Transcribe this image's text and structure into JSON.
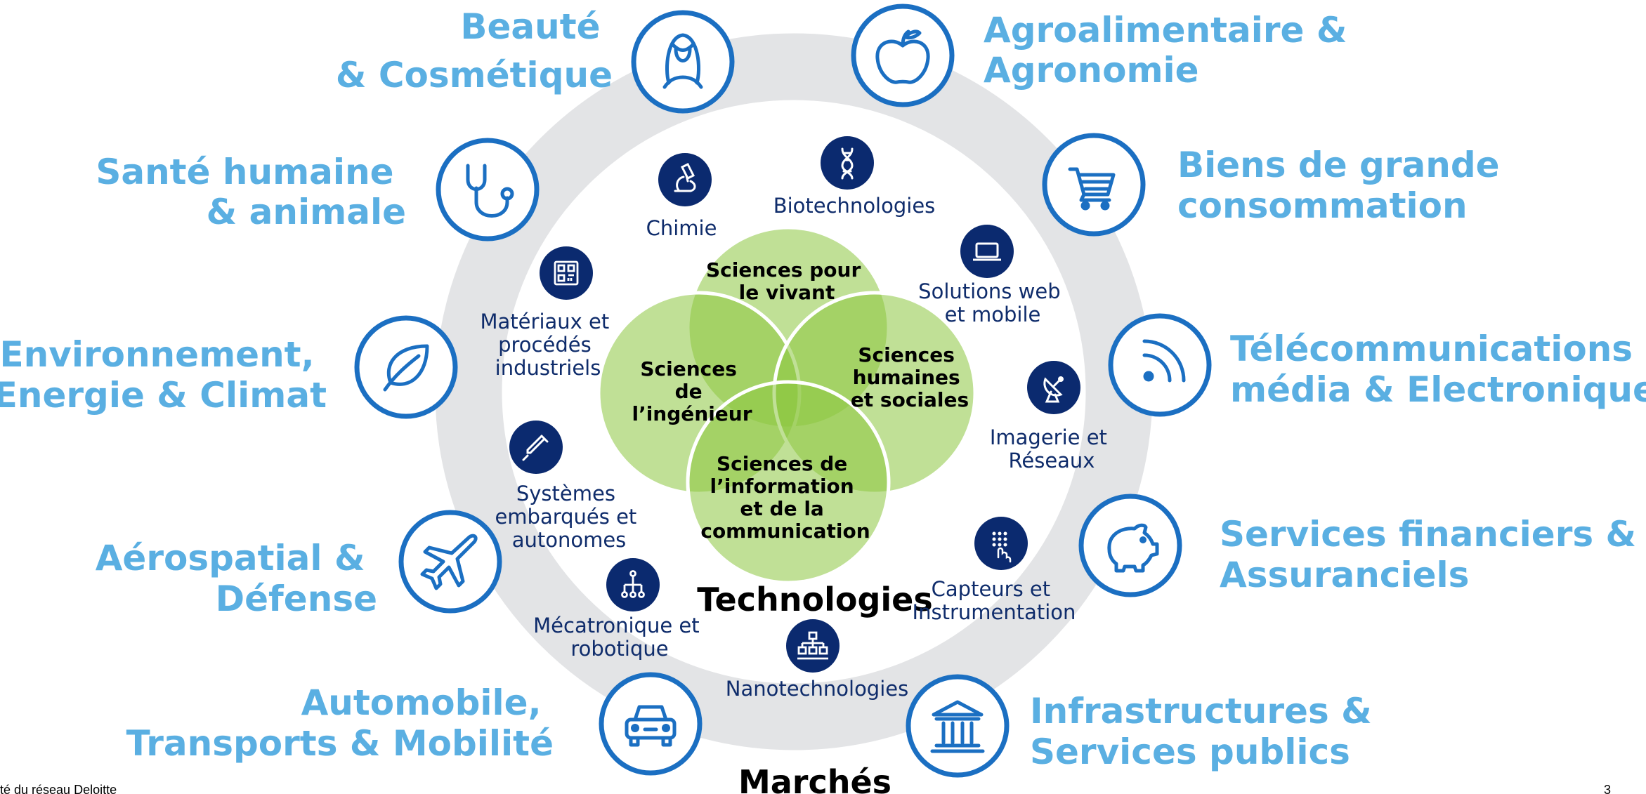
{
  "center_titles": {
    "technologies": "Technologies",
    "marches": "Marchés"
  },
  "venn": [
    {
      "id": "vivant",
      "lines": [
        "Sciences pour",
        "le vivant"
      ]
    },
    {
      "id": "ingenieur",
      "lines": [
        "Sciences",
        "de",
        "l’ingénieur"
      ]
    },
    {
      "id": "humaines",
      "lines": [
        "Sciences",
        "humaines",
        "et sociales"
      ]
    },
    {
      "id": "information",
      "lines": [
        "Sciences de",
        "l’information",
        "et de la",
        "communication"
      ]
    }
  ],
  "technologies": [
    {
      "id": "chimie",
      "icon": "microscope-icon",
      "lines": [
        "Chimie"
      ]
    },
    {
      "id": "biotech",
      "icon": "dna-icon",
      "lines": [
        "Biotechnologies"
      ]
    },
    {
      "id": "web",
      "icon": "laptop-icon",
      "lines": [
        "Solutions web",
        "et mobile"
      ]
    },
    {
      "id": "imagerie",
      "icon": "satellite-dish-icon",
      "lines": [
        "Imagerie et",
        "Réseaux"
      ]
    },
    {
      "id": "capteurs",
      "icon": "sensor-grid-icon",
      "lines": [
        "Capteurs et",
        "Instrumentation"
      ]
    },
    {
      "id": "nano",
      "icon": "hierarchy-icon",
      "lines": [
        "Nanotechnologies"
      ]
    },
    {
      "id": "mecatronique",
      "icon": "circuit-tree-icon",
      "lines": [
        "Mécatronique et",
        "robotique"
      ]
    },
    {
      "id": "systemes",
      "icon": "pipette-icon",
      "lines": [
        "Systèmes",
        "embarqués et",
        "autonomes"
      ]
    },
    {
      "id": "materiaux",
      "icon": "qr-grid-icon",
      "lines": [
        "Matériaux et",
        "procédés",
        "industriels"
      ]
    }
  ],
  "markets": [
    {
      "id": "beaute",
      "icon": "woman-icon",
      "lines": [
        "Beauté",
        "& Cosmétique"
      ]
    },
    {
      "id": "agro",
      "icon": "apple-icon",
      "lines": [
        "Agroalimentaire &",
        "Agronomie"
      ]
    },
    {
      "id": "biens",
      "icon": "shopping-cart-icon",
      "lines": [
        "Biens de grande",
        "consommation"
      ]
    },
    {
      "id": "telecom",
      "icon": "wifi-signal-icon",
      "lines": [
        "Télécommunications",
        "média & Electronique"
      ]
    },
    {
      "id": "finance",
      "icon": "piggy-bank-icon",
      "lines": [
        "Services financiers &",
        "Assuranciels"
      ]
    },
    {
      "id": "infra",
      "icon": "public-building-icon",
      "lines": [
        "Infrastructures &",
        "Services publics"
      ]
    },
    {
      "id": "auto",
      "icon": "car-icon",
      "lines": [
        "Automobile,",
        "Transports & Mobilité"
      ]
    },
    {
      "id": "aero",
      "icon": "airplane-icon",
      "lines": [
        "Aérospatial &",
        "Défense"
      ]
    },
    {
      "id": "env",
      "icon": "leaf-icon",
      "lines": [
        "Environnement,",
        "Energie & Climat"
      ]
    },
    {
      "id": "sante",
      "icon": "stethoscope-icon",
      "lines": [
        "Santé humaine",
        "& animale"
      ]
    }
  ],
  "footer": {
    "left": "té du réseau Deloitte",
    "page_number": "3"
  },
  "colors": {
    "market_text": "#5aafe2",
    "market_ring": "#1b6fc2",
    "tech_icon_bg": "#0b2a6f",
    "tech_text": "#0f2c6b",
    "outer_ring": "#e3e4e6",
    "venn_fill": "#8cc63f"
  }
}
